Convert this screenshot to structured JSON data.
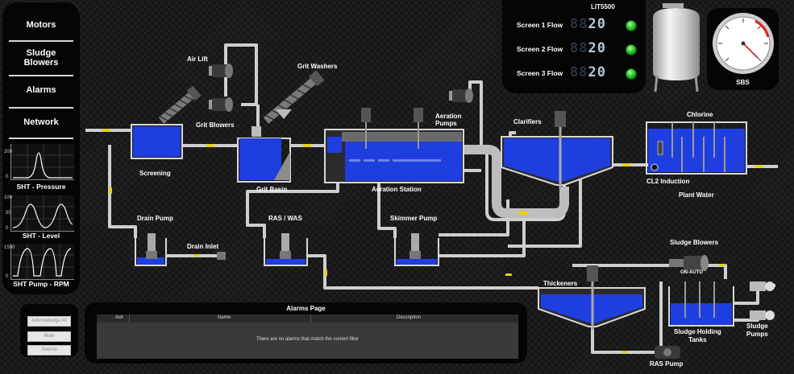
{
  "nav": {
    "motors": "Motors",
    "sludge_blowers": "Sludge Blowers",
    "alarms": "Alarms",
    "network": "Network"
  },
  "trends": [
    {
      "label": "SHT - Pressure",
      "ticks": [
        "200",
        "0"
      ]
    },
    {
      "label": "SHT - Level",
      "ticks": [
        "100",
        "50",
        "0"
      ]
    },
    {
      "label": "SHT Pump - RPM",
      "ticks": [
        "1500",
        "0"
      ]
    }
  ],
  "flow_panel": {
    "title": "LIT5500",
    "rows": [
      {
        "label": "Screen 1 Flow",
        "value": "20",
        "status": "running"
      },
      {
        "label": "Screen 2 Flow",
        "value": "20",
        "status": "running"
      },
      {
        "label": "Screen 3 Flow",
        "value": "20",
        "status": "running"
      }
    ]
  },
  "sbs": {
    "label": "SBS"
  },
  "process_labels": {
    "air_lift": "Air Lift",
    "grit_washers": "Grit Washers",
    "grit_blowers": "Grit Blowers",
    "aeration_pumps": "Aeration\nPumps",
    "clarifiers": "Clarifiers",
    "chlorine": "Chlorine",
    "screening": "Screening",
    "grit_basin": "Grit Basin",
    "aeration_station": "Aeration Station",
    "cl2_induction": "CL2 Induction",
    "plant_water": "Plant Water",
    "drain_pump": "Drain Pump",
    "ras_was": "RAS / WAS",
    "skimmer_pump": "Skimmer Pump",
    "drain_inlet": "Drain Inlet",
    "sludge_blowers": "Sludge Blowers",
    "on_auto": "ON-AUTO",
    "thickeners": "Thickeners",
    "sludge_holding_tanks": "Sludge Holding\nTanks",
    "sludge_pumps": "Sludge\nPumps",
    "ras_pump": "RAS Pump"
  },
  "alarm_controls": {
    "acknowledge_all": "Acknowledge All",
    "mute": "Mute",
    "silence": "Silence"
  },
  "alarms_page": {
    "title": "Alarms Page",
    "columns": [
      "Ack",
      "Name",
      "Description"
    ],
    "empty_message": "There are no alarms that match the current filter"
  },
  "colors": {
    "water": "#1f3ee0",
    "pipe": "#cfcfcf",
    "led_running": "#1ec01e",
    "flow_marker": "#e8d200"
  }
}
